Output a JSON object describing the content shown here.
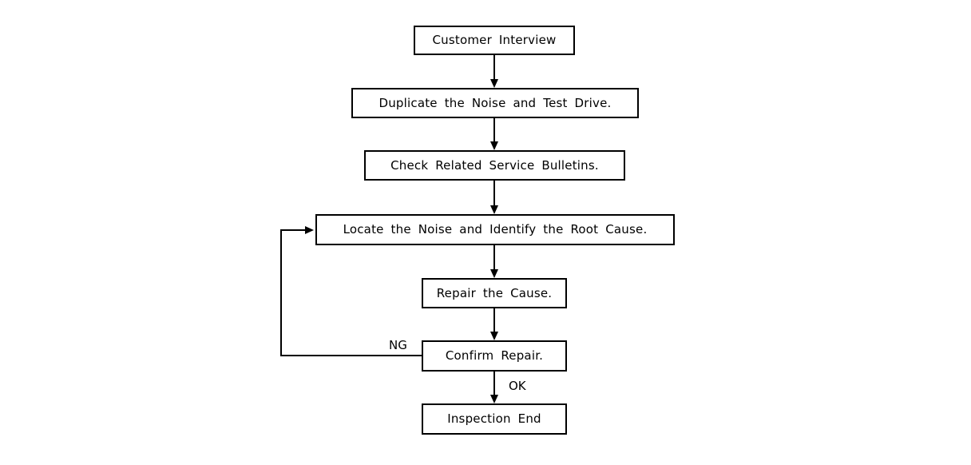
{
  "diagram": {
    "type": "flowchart",
    "orientation": "top-to-bottom",
    "background_color": "#ffffff",
    "line_color": "#000000",
    "text_color": "#000000",
    "nodes": [
      {
        "id": "customer-interview",
        "label": "Customer Interview"
      },
      {
        "id": "duplicate-noise",
        "label": "Duplicate the Noise and Test Drive."
      },
      {
        "id": "check-bulletins",
        "label": "Check Related Service Bulletins."
      },
      {
        "id": "locate-noise",
        "label": "Locate the Noise and Identify the Root Cause."
      },
      {
        "id": "repair-cause",
        "label": "Repair the Cause."
      },
      {
        "id": "confirm-repair",
        "label": "Confirm Repair."
      },
      {
        "id": "inspection-end",
        "label": "Inspection End"
      }
    ],
    "edge_labels": {
      "ng": "NG",
      "ok": "OK"
    },
    "edges": [
      {
        "from": "customer-interview",
        "to": "duplicate-noise",
        "label": ""
      },
      {
        "from": "duplicate-noise",
        "to": "check-bulletins",
        "label": ""
      },
      {
        "from": "check-bulletins",
        "to": "locate-noise",
        "label": ""
      },
      {
        "from": "locate-noise",
        "to": "repair-cause",
        "label": ""
      },
      {
        "from": "repair-cause",
        "to": "confirm-repair",
        "label": ""
      },
      {
        "from": "confirm-repair",
        "to": "inspection-end",
        "label": "OK"
      },
      {
        "from": "confirm-repair",
        "to": "locate-noise",
        "label": "NG"
      }
    ]
  }
}
